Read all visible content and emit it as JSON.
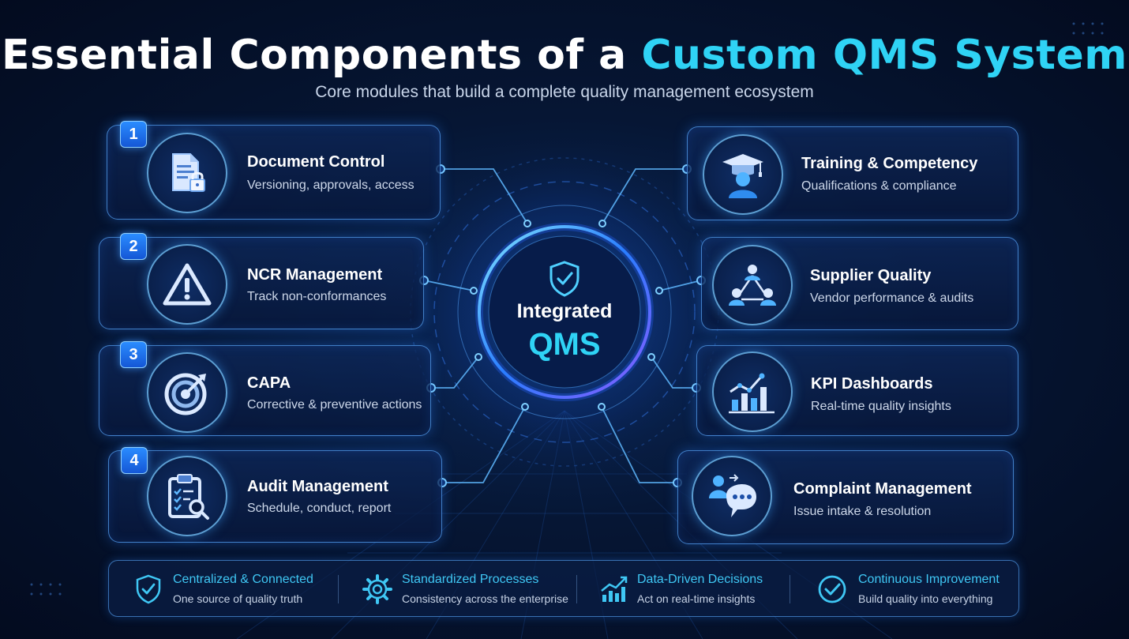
{
  "header": {
    "title_main": "Essential Components of a ",
    "title_accent": "Custom QMS System",
    "subtitle": "Core modules that build a complete quality management ecosystem"
  },
  "hub": {
    "line1": "Integrated",
    "line2": "QMS",
    "icon": "shield-check-icon"
  },
  "left_modules": [
    {
      "badge": "1",
      "title": "Document Control",
      "subtitle": "Versioning, approvals, access",
      "icon": "document-lock-icon"
    },
    {
      "badge": "2",
      "title": "NCR Management",
      "subtitle": "Track non-conformances",
      "icon": "warning-triangle-icon"
    },
    {
      "badge": "3",
      "title": "CAPA",
      "subtitle": "Corrective & preventive actions",
      "icon": "target-icon"
    },
    {
      "badge": "4",
      "title": "Audit Management",
      "subtitle": "Schedule, conduct, report",
      "icon": "clipboard-search-icon"
    }
  ],
  "right_modules": [
    {
      "title": "Training & Competency",
      "subtitle": "Qualifications & compliance",
      "icon": "graduate-icon"
    },
    {
      "title": "Supplier Quality",
      "subtitle": "Vendor performance & audits",
      "icon": "network-people-icon"
    },
    {
      "title": "KPI Dashboards",
      "subtitle": "Real-time quality insights",
      "icon": "bar-chart-icon"
    },
    {
      "title": "Complaint Management",
      "subtitle": "Issue intake & resolution",
      "icon": "chat-person-icon"
    }
  ],
  "features": [
    {
      "title": "Centralized & Connected",
      "subtitle": "One source of quality truth",
      "icon": "shield-check-icon"
    },
    {
      "title": "Standardized Processes",
      "subtitle": "Consistency across the enterprise",
      "icon": "gear-icon"
    },
    {
      "title": "Data-Driven Decisions",
      "subtitle": "Act on real-time insights",
      "icon": "trend-chart-icon"
    },
    {
      "title": "Continuous Improvement",
      "subtitle": "Build quality into everything",
      "icon": "check-circle-icon"
    }
  ],
  "colors": {
    "accent": "#2fd3f5",
    "background": "#061634",
    "border": "#5aaaff",
    "badge": "#1f75f0"
  }
}
